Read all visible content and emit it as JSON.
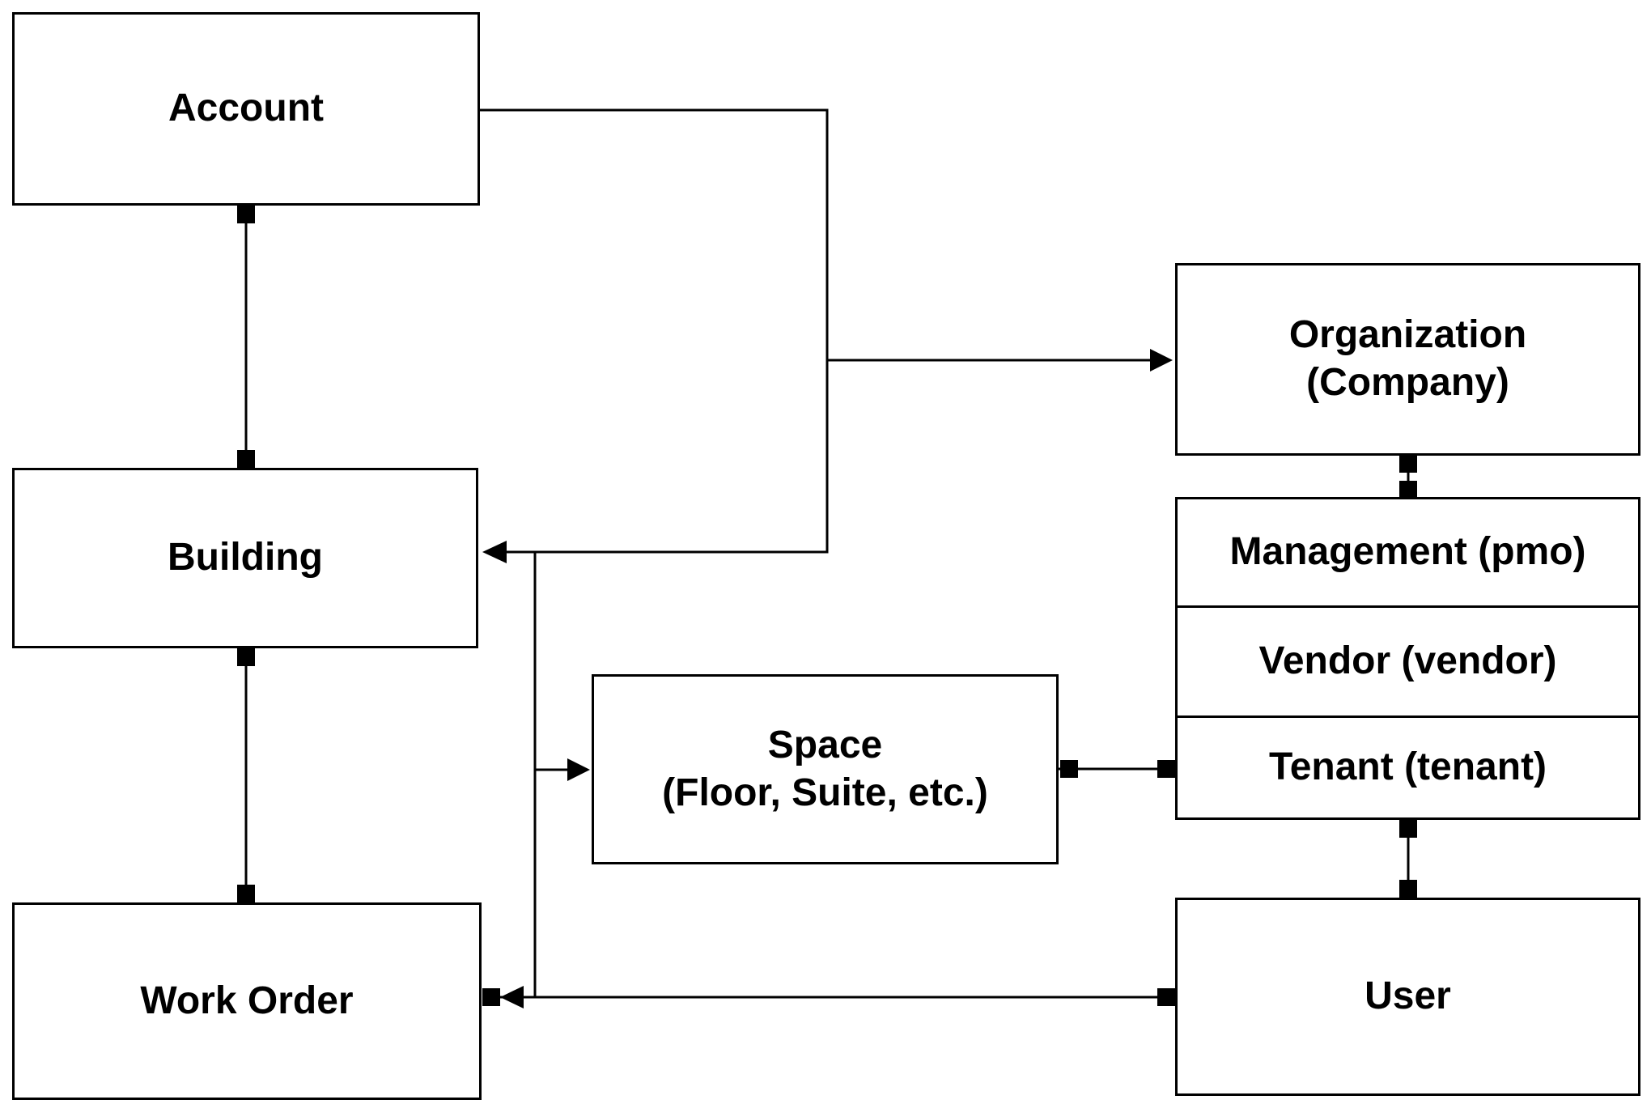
{
  "diagram": {
    "background_color": "#ffffff",
    "line_color": "#000000",
    "text_color": "#000000",
    "boxes": {
      "account": {
        "label": "Account"
      },
      "building": {
        "label": "Building"
      },
      "work_order": {
        "label": "Work Order"
      },
      "organization": {
        "label_line1": "Organization",
        "label_line2": "(Company)"
      },
      "management": {
        "label": "Management (pmo)"
      },
      "vendor": {
        "label": "Vendor (vendor)"
      },
      "tenant": {
        "label": "Tenant (tenant)"
      },
      "space": {
        "label_line1": "Space",
        "label_line2": "(Floor, Suite, etc.)"
      },
      "user": {
        "label": "User"
      }
    }
  }
}
